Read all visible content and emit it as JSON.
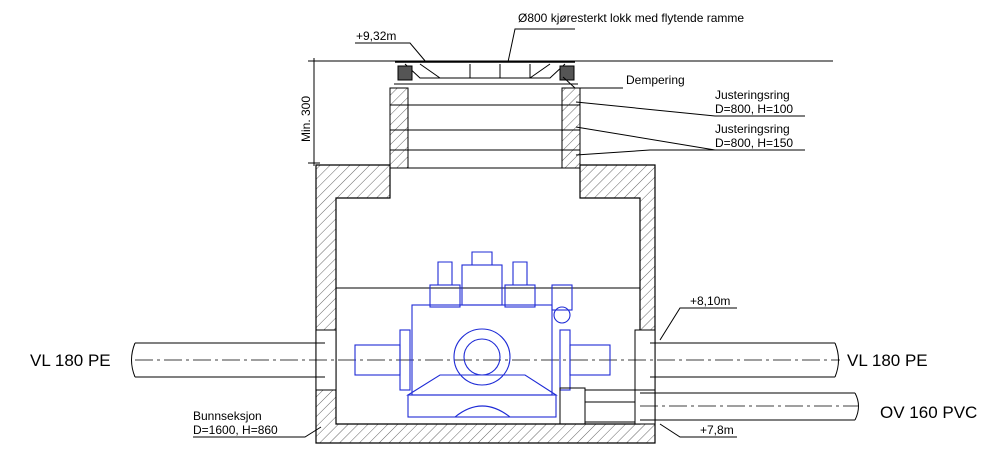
{
  "labels": {
    "lid": "Ø800 kjøresterkt lokk med flytende ramme",
    "top_level": "+9,32m",
    "damping": "Dempering",
    "ring1_title": "Justeringsring",
    "ring1_dims": "D=800, H=100",
    "ring2_title": "Justeringsring",
    "ring2_dims": "D=800, H=150",
    "min_height": "Min. 300",
    "pipe_left": "VL 180 PE",
    "pipe_right": "VL 180 PE",
    "level_mid": "+8,10m",
    "base_title": "Bunnseksjon",
    "base_dims": "D=1600, H=860",
    "pipe_ov": "OV 160 PVC",
    "level_bottom": "+7,8m"
  },
  "colors": {
    "linework": "#000000",
    "equipment": "#1e2bd6"
  }
}
